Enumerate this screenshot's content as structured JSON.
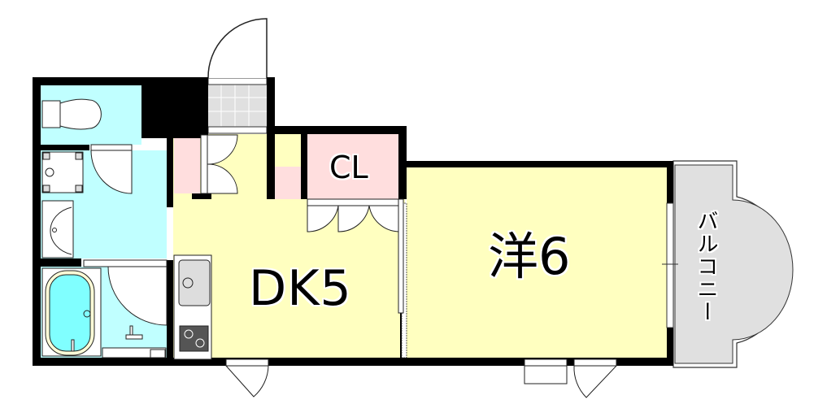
{
  "floorplan": {
    "rooms": [
      {
        "id": "dk",
        "label": "DK5",
        "type": "dining-kitchen",
        "size_jo": 5,
        "color": "#ffffc0"
      },
      {
        "id": "western",
        "label": "洋6",
        "type": "western-room",
        "size_jo": 6,
        "color": "#ffffc0"
      },
      {
        "id": "closet",
        "label": "CL",
        "type": "closet",
        "color": "#ffdede"
      },
      {
        "id": "balcony",
        "label": "バルコニー",
        "type": "balcony",
        "color": "#e0e0e0"
      },
      {
        "id": "toilet",
        "label": "",
        "type": "toilet",
        "color": "#c0ffff"
      },
      {
        "id": "washroom",
        "label": "",
        "type": "washroom",
        "color": "#c0ffff"
      },
      {
        "id": "bathroom",
        "label": "",
        "type": "bathroom",
        "color": "#c0ffff"
      },
      {
        "id": "entrance",
        "label": "",
        "type": "entrance",
        "color": "#e0e0e0"
      },
      {
        "id": "shoe-closet",
        "label": "",
        "type": "storage",
        "color": "#ffdede"
      }
    ],
    "colors": {
      "wall": "#000000",
      "living": "#ffffc0",
      "wet_area": "#c0ffff",
      "storage": "#ffdede",
      "balcony": "#e0e0e0",
      "fixture": "#ffffff"
    }
  }
}
